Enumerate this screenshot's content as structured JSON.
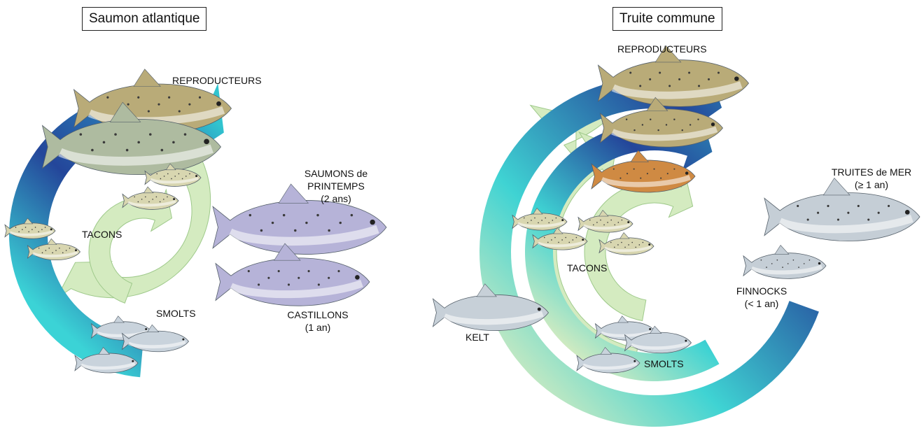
{
  "left_panel": {
    "title": "Saumon atlantique",
    "labels": {
      "reproducteurs": "REPRODUCTEURS",
      "saumons_printemps": [
        "SAUMONS de",
        "PRINTEMPS",
        "(2 ans)"
      ],
      "tacons": "TACONS",
      "smolts": "SMOLTS",
      "castillons": [
        "CASTILLONS",
        "(1 an)"
      ]
    }
  },
  "right_panel": {
    "title": "Truite commune",
    "labels": {
      "reproducteurs": "REPRODUCTEURS",
      "truites_mer": [
        "TRUITES de MER",
        "(≥ 1 an)"
      ],
      "tacons": "TACONS",
      "finnocks": [
        "FINNOCKS",
        "(< 1 an)"
      ],
      "kelt": "KELT",
      "smolts": "SMOLTS"
    }
  },
  "colors": {
    "freshwater_arrow": "#d4ebc0",
    "freshwater_edge": "#9ec98a",
    "sea_arrow_light": "#3bd3d6",
    "sea_arrow_dark": "#24469a",
    "spawner_body": "#b9ab78",
    "spring_salmon_body": "#b6b3d8",
    "smolt_body": "#c9d3dc",
    "tacon_body": "#d8d6b0",
    "brown_trout_body": "#cf8a43"
  },
  "icons": {
    "arrow": "cycle-arrow-icon",
    "fish": "fish-icon"
  }
}
